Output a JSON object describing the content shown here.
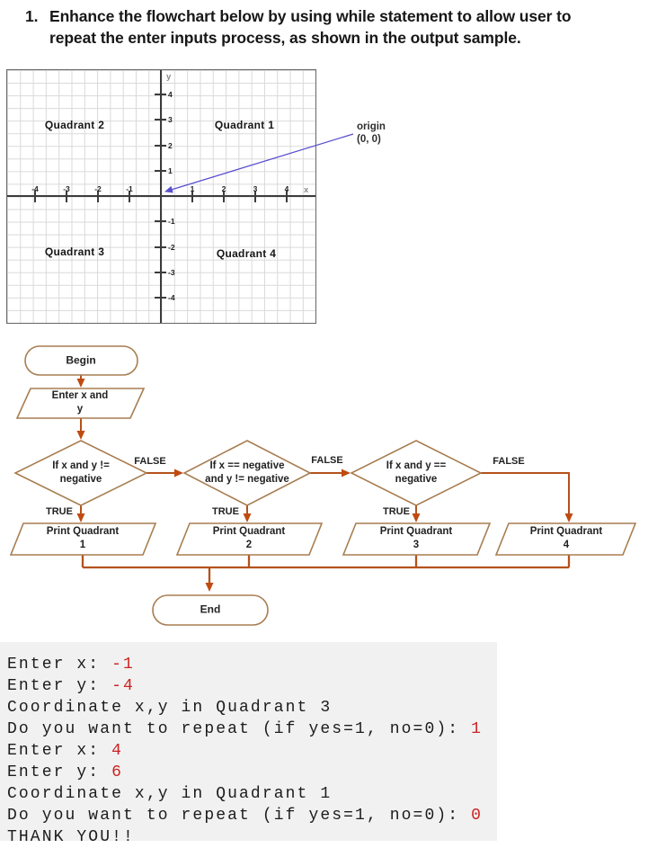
{
  "title": {
    "number": "1.",
    "line1": "Enhance the flowchart below by using while statement to allow user to",
    "line2": "repeat the enter inputs process, as shown in the output sample."
  },
  "graph": {
    "x_ticks": [
      -4,
      -3,
      -2,
      -1,
      1,
      2,
      3,
      4
    ],
    "y_ticks": [
      4,
      3,
      2,
      1,
      -1,
      -2,
      -3,
      -4
    ],
    "x_axis_letter": "x",
    "y_axis_letter": "y",
    "quadrants": {
      "q1": "Quadrant 1",
      "q2": "Quadrant 2",
      "q3": "Quadrant 3",
      "q4": "Quadrant 4"
    },
    "origin_label": {
      "line1": "origin",
      "line2": "(0, 0)"
    }
  },
  "flowchart": {
    "begin": "Begin",
    "input": {
      "line1": "Enter x and",
      "line2": "y"
    },
    "decision1": {
      "line1": "If x and y !=",
      "line2": "negative"
    },
    "decision2": {
      "line1": "If x == negative",
      "line2": "and y != negative"
    },
    "decision3": {
      "line1": "If x and y ==",
      "line2": "negative"
    },
    "print1": {
      "line1": "Print Quadrant",
      "line2": "1"
    },
    "print2": {
      "line1": "Print Quadrant",
      "line2": "2"
    },
    "print3": {
      "line1": "Print Quadrant",
      "line2": "3"
    },
    "print4": {
      "line1": "Print Quadrant",
      "line2": "4"
    },
    "end": "End",
    "labels": {
      "true1": "TRUE",
      "true2": "TRUE",
      "true3": "TRUE",
      "false1": "FALSE",
      "false2": "FALSE",
      "false3": "FALSE"
    }
  },
  "console": {
    "lines": [
      {
        "prompt": "Enter x: ",
        "value": "-1"
      },
      {
        "prompt": "Enter y: ",
        "value": "-4"
      },
      {
        "prompt": "Coordinate x,y in Quadrant 3",
        "value": ""
      },
      {
        "prompt": "Do you want to repeat (if yes=1, no=0): ",
        "value": "1"
      },
      {
        "prompt": "Enter x: ",
        "value": "4"
      },
      {
        "prompt": "Enter y: ",
        "value": "6"
      },
      {
        "prompt": "Coordinate x,y in Quadrant 1",
        "value": ""
      },
      {
        "prompt": "Do you want to repeat (if yes=1, no=0): ",
        "value": "0"
      },
      {
        "prompt": "THANK YOU!!",
        "value": ""
      }
    ]
  },
  "colors": {
    "shape_border": "#a87d50",
    "connector": "#b4521c",
    "arrow_head": "#c04a10",
    "annotation_arrow": "#5a4fcf",
    "console_bg": "#f1f1f1",
    "console_value_red": "#cc2222",
    "grid_line": "#d9d9d9",
    "axis": "#3c3c3c"
  }
}
